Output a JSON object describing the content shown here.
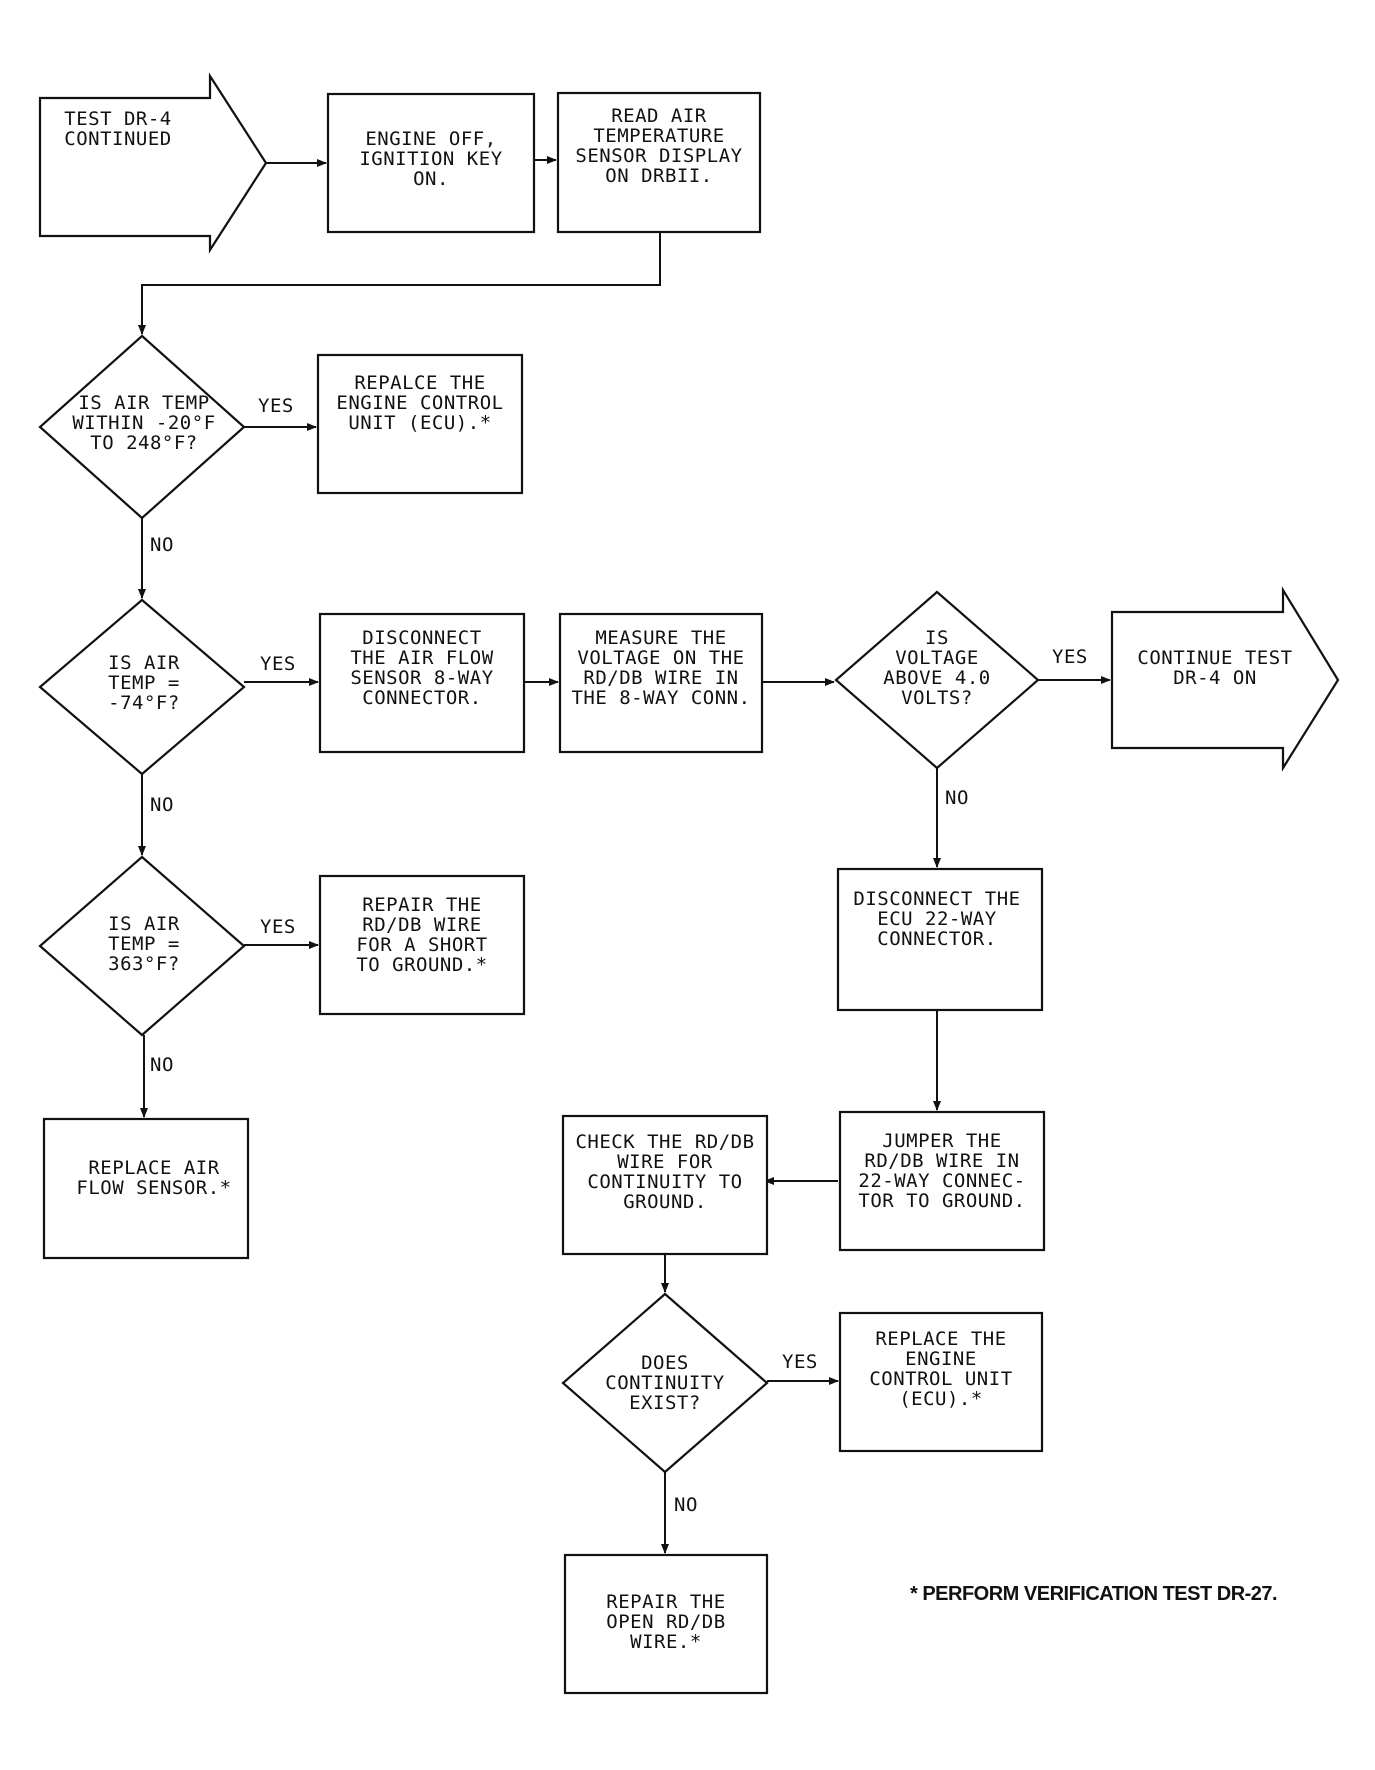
{
  "nodes": {
    "start": {
      "lines": [
        "TEST DR-4",
        "CONTINUED"
      ]
    },
    "engine_off": {
      "lines": [
        "ENGINE OFF,",
        "IGNITION KEY",
        "ON."
      ]
    },
    "read_air": {
      "lines": [
        "READ AIR",
        "TEMPERATURE",
        "SENSOR DISPLAY",
        "ON DRBII."
      ]
    },
    "d1": {
      "lines": [
        "IS AIR TEMP",
        "WITHIN -20°F",
        "TO 248°F?"
      ]
    },
    "replace_ecu_1": {
      "lines": [
        "REPALCE THE",
        "ENGINE CONTROL",
        "UNIT (ECU).*"
      ]
    },
    "d2": {
      "lines": [
        "IS AIR",
        "TEMP =",
        "-74°F?"
      ]
    },
    "disconnect_af": {
      "lines": [
        "DISCONNECT",
        "THE AIR FLOW",
        "SENSOR 8-WAY",
        "CONNECTOR."
      ]
    },
    "measure": {
      "lines": [
        "MEASURE THE",
        "VOLTAGE ON THE",
        "RD/DB WIRE IN",
        "THE 8-WAY CONN."
      ]
    },
    "d_volt": {
      "lines": [
        "IS",
        "VOLTAGE",
        "ABOVE 4.0",
        "VOLTS?"
      ]
    },
    "continue": {
      "lines": [
        "CONTINUE TEST",
        "DR-4 ON"
      ]
    },
    "d3": {
      "lines": [
        "IS AIR",
        "TEMP =",
        "363°F?"
      ]
    },
    "repair_short": {
      "lines": [
        "REPAIR THE",
        "RD/DB WIRE",
        "FOR A SHORT",
        "TO GROUND.*"
      ]
    },
    "disconnect_ecu": {
      "lines": [
        "DISCONNECT THE",
        "ECU 22-WAY",
        "CONNECTOR."
      ]
    },
    "replace_af": {
      "lines": [
        "REPLACE AIR",
        "FLOW SENSOR.*"
      ]
    },
    "jumper": {
      "lines": [
        "JUMPER THE",
        "RD/DB WIRE IN",
        "22-WAY CONNEC-",
        "TOR TO GROUND."
      ]
    },
    "check": {
      "lines": [
        "CHECK THE RD/DB",
        "WIRE FOR",
        "CONTINUITY TO",
        "GROUND."
      ]
    },
    "d_cont": {
      "lines": [
        "DOES",
        "CONTINUITY",
        "EXIST?"
      ]
    },
    "replace_ecu_2": {
      "lines": [
        "REPLACE THE",
        "ENGINE",
        "CONTROL UNIT",
        "(ECU).*"
      ]
    },
    "repair_open": {
      "lines": [
        "REPAIR THE",
        "OPEN RD/DB",
        "WIRE.*"
      ]
    }
  },
  "edge_labels": {
    "d1_yes": "YES",
    "d1_no": "NO",
    "d2_yes": "YES",
    "d2_no": "NO",
    "d3_yes": "YES",
    "d3_no": "NO",
    "dv_yes": "YES",
    "dv_no": "NO",
    "dc_yes": "YES",
    "dc_no": "NO"
  },
  "footnote": "* PERFORM VERIFICATION TEST DR-27."
}
